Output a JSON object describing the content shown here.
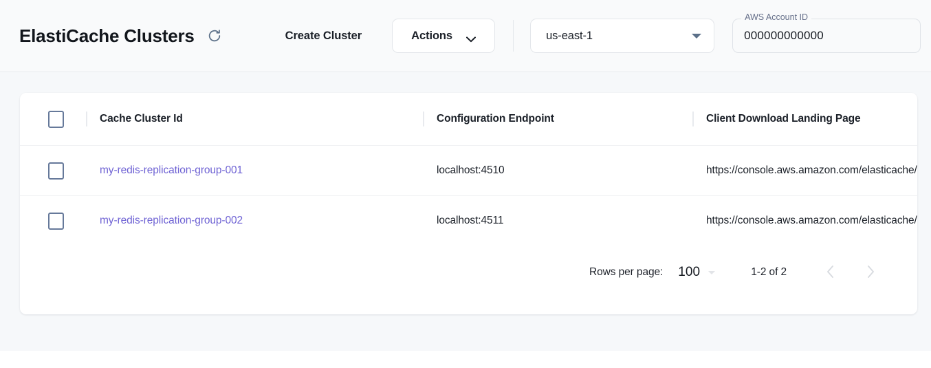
{
  "header": {
    "title": "ElastiCache Clusters",
    "refresh_icon": "refresh-icon",
    "create_cluster_label": "Create Cluster",
    "actions_label": "Actions",
    "actions_icon": "chevron-down-icon",
    "region": {
      "value": "us-east-1",
      "icon": "triangle-down-icon"
    },
    "account": {
      "label": "AWS Account ID",
      "value": "000000000000"
    }
  },
  "table": {
    "columns": [
      "Cache Cluster Id",
      "Configuration Endpoint",
      "Client Download Landing Page"
    ],
    "rows": [
      {
        "cluster_id": "my-redis-replication-group-001",
        "endpoint": "localhost:4510",
        "landing_page": "https://console.aws.amazon.com/elasticache/home"
      },
      {
        "cluster_id": "my-redis-replication-group-002",
        "endpoint": "localhost:4511",
        "landing_page": "https://console.aws.amazon.com/elasticache/home"
      }
    ]
  },
  "pagination": {
    "rows_per_page_label": "Rows per page:",
    "rows_per_page_value": "100",
    "range_label": "1-2 of 2",
    "prev_icon": "chevron-left-icon",
    "next_icon": "chevron-right-icon"
  },
  "colors": {
    "link": "#6f63d4",
    "checkbox_border": "#66799a",
    "page_bg": "#f6f8fa",
    "card_bg": "#ffffff"
  }
}
